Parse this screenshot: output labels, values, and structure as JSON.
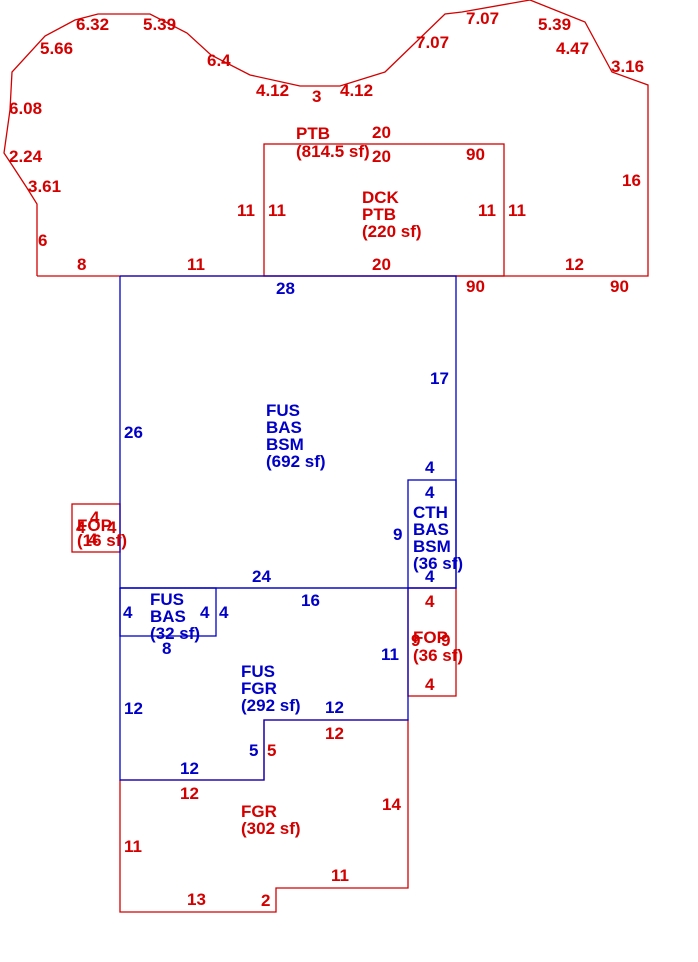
{
  "colors": {
    "red": "#d40000",
    "blue": "#0000c8"
  },
  "areas": {
    "ptb": {
      "lines": [
        "PTB",
        "(814.5 sf)"
      ]
    },
    "dck": {
      "lines": [
        "DCK",
        "PTB",
        "(220 sf)"
      ]
    },
    "fus_main": {
      "lines": [
        "FUS",
        "BAS",
        "BSM",
        "(692 sf)"
      ]
    },
    "fop_left": {
      "lines": [
        "FOP",
        "(16 sf)"
      ]
    },
    "cth": {
      "lines": [
        "CTH",
        "BAS",
        "BSM",
        "(36 sf)"
      ]
    },
    "fus_small": {
      "lines": [
        "FUS",
        "BAS",
        "(32 sf)"
      ]
    },
    "fop_right": {
      "lines": [
        "FOP",
        "(36 sf)"
      ]
    },
    "fus_fgr": {
      "lines": [
        "FUS",
        "FGR",
        "(292 sf)"
      ]
    },
    "fgr": {
      "lines": [
        "FGR",
        "(302 sf)"
      ]
    }
  },
  "dimensions": {
    "red": [
      "6.32",
      "5.39",
      "5.66",
      "6.4",
      "4.12",
      "3",
      "4.12",
      "7.07",
      "7.07",
      "5.39",
      "4.47",
      "3.16",
      "6.08",
      "2.24",
      "3.61",
      "6",
      "8",
      "11",
      "16",
      "12",
      "90",
      "90",
      "90",
      "20",
      "20",
      "20",
      "11",
      "11",
      "11",
      "11",
      "4",
      "4",
      "4",
      "4",
      "4",
      "4",
      "9",
      "9",
      "5",
      "12",
      "12",
      "14",
      "11",
      "11",
      "13",
      "2",
      "4",
      "4"
    ],
    "blue": [
      "28",
      "17",
      "26",
      "4",
      "4",
      "9",
      "4",
      "24",
      "16",
      "4",
      "4",
      "4",
      "8",
      "11",
      "12",
      "12",
      "5",
      "12"
    ]
  }
}
